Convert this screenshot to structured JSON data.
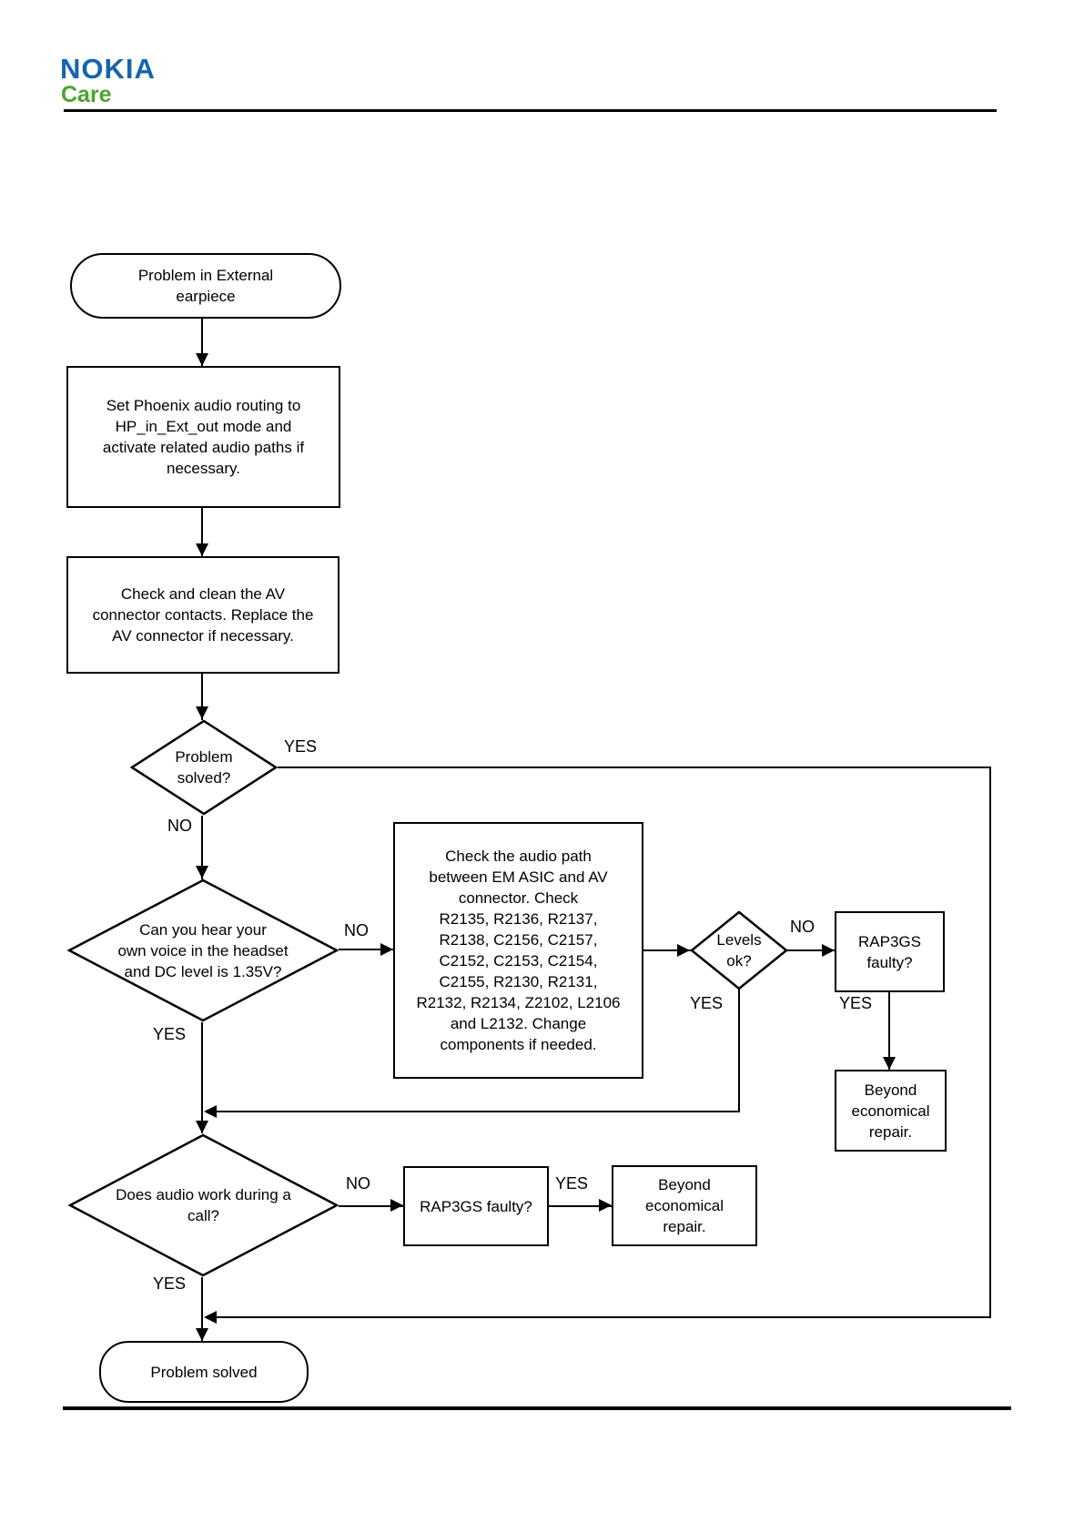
{
  "header": {
    "brand_line1": "NOKIA",
    "brand_line2": "Care",
    "brand_line1_color": "#1565ae",
    "brand_line2_color": "#4da32f"
  },
  "colors": {
    "flow_line": "#000000",
    "node_background": "#ffffff"
  },
  "labels": {
    "yes": "YES",
    "no": "NO"
  },
  "nodes": {
    "start": "Problem in External\nearpiece",
    "set_routing": "Set Phoenix audio routing to\nHP_in_Ext_out mode and\nactivate related audio paths if\nnecessary.",
    "check_connector": "Check and clean the AV\nconnector contacts. Replace the\nAV connector if necessary.",
    "problem_solved_q": "Problem\nsolved?",
    "hear_voice_q": "Can you hear your\nown voice in the headset\nand DC level is 1.35V?",
    "check_audio_path": "Check the audio path\nbetween EM ASIC and AV\nconnector. Check\nR2135, R2136, R2137,\nR2138, C2156, C2157,\nC2152, C2153, C2154,\nC2155, R2130, R2131,\nR2132, R2134, Z2102, L2106\nand L2132. Change\ncomponents if needed.",
    "levels_ok_q": "Levels\nok?",
    "rap3gs_faulty_1": "RAP3GS\nfaulty?",
    "beyond_repair_1": "Beyond\neconomical\nrepair.",
    "audio_during_call_q": "Does audio work during a\ncall?",
    "rap3gs_faulty_2": "RAP3GS faulty?",
    "beyond_repair_2": "Beyond\neconomical\nrepair.",
    "end": "Problem solved"
  }
}
